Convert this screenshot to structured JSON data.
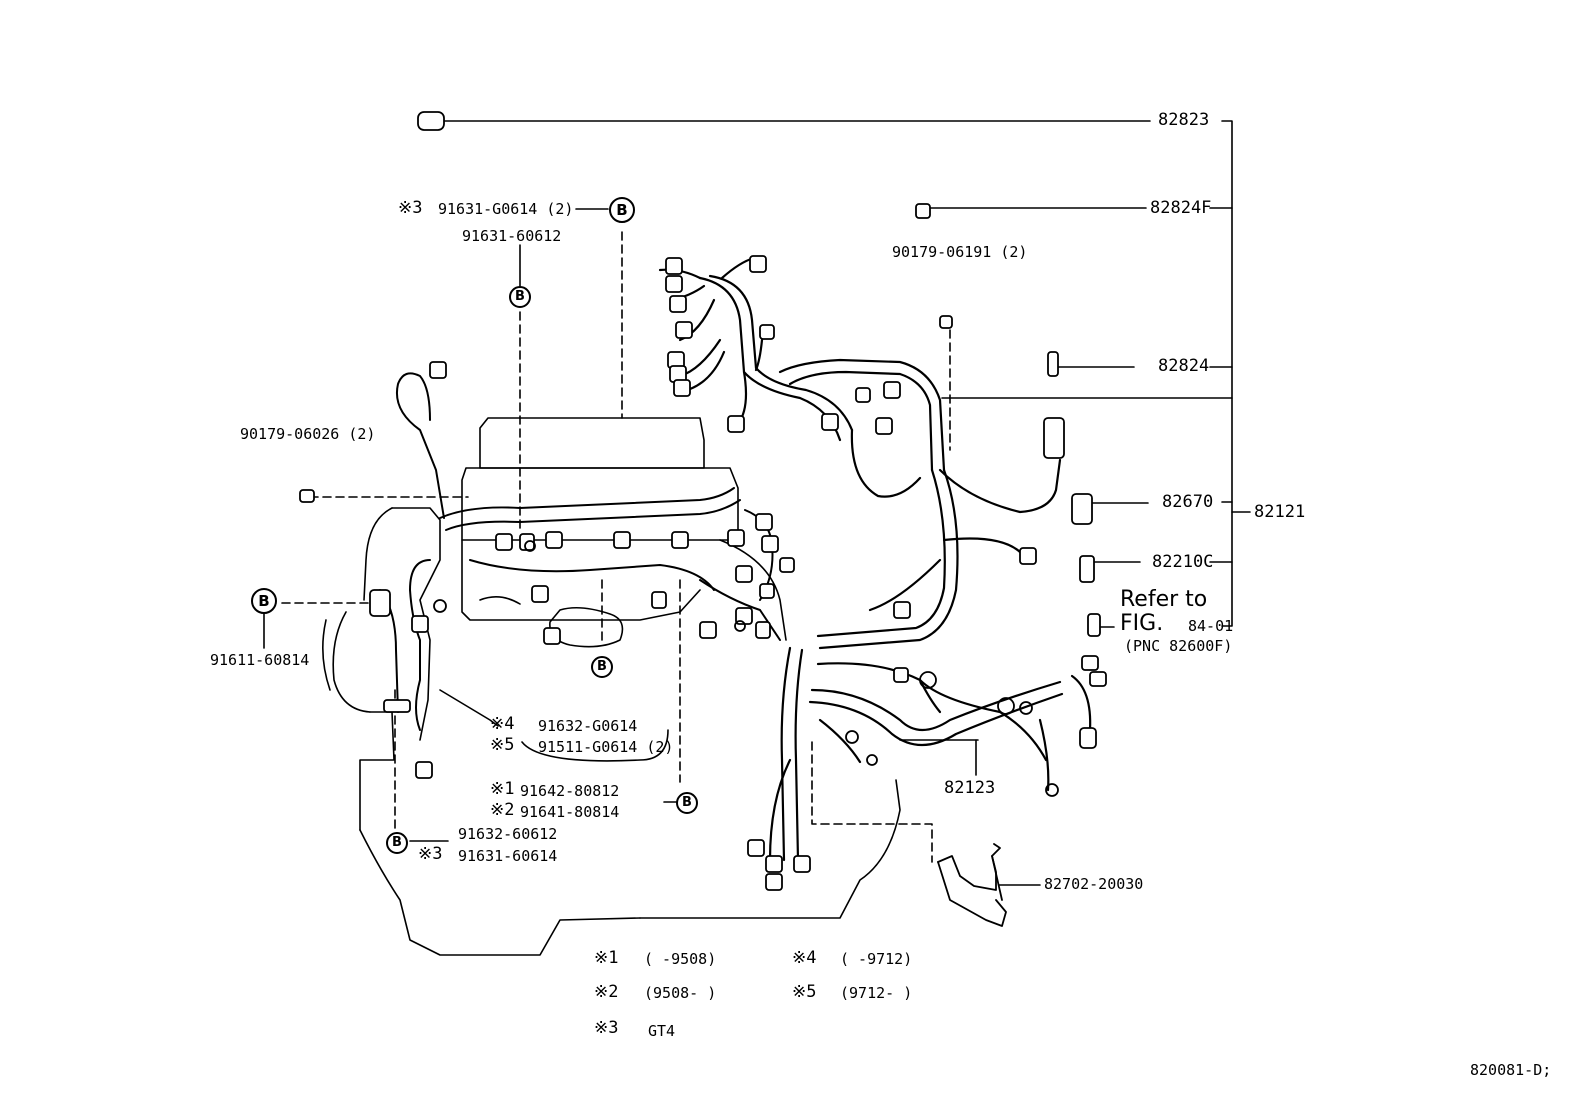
{
  "part_numbers": {
    "p82823": "82823",
    "p82824F": "82824F",
    "p82824": "82824",
    "p82670": "82670",
    "p82121": "82121",
    "p82210C": "82210C",
    "p82123": "82123",
    "p82702": "82702-20030",
    "p90179_06191": "90179-06191 (2)",
    "p90179_06026": "90179-06026 (2)",
    "p91631_G0614": "91631-G0614 (2)",
    "p91631_60612": "91631-60612",
    "p91611_60814": "91611-60814",
    "p91632_G0614": "91632-G0614",
    "p91511_G0614": "91511-G0614 (2)",
    "p91642_80812": "91642-80812",
    "p91641_80814": "91641-80814",
    "p91632_60612": "91632-60612",
    "p91631_60614": "91631-60614"
  },
  "marks": {
    "m1": "※1",
    "m2": "※2",
    "m3": "※3",
    "m4": "※4",
    "m5": "※5"
  },
  "callout_letter": "B",
  "refer": {
    "line1": "Refer to",
    "line2": "FIG.",
    "fig": "84-01",
    "pnc": "(PNC 82600F)"
  },
  "legend": [
    {
      "mark": "※1",
      "range": "(      -9508)"
    },
    {
      "mark": "※2",
      "range": "(9508-      )"
    },
    {
      "mark": "※3",
      "range": "GT4"
    },
    {
      "mark": "※4",
      "range": "(      -9712)"
    },
    {
      "mark": "※5",
      "range": "(9712-      )"
    }
  ],
  "figure_id": "820081-D;"
}
